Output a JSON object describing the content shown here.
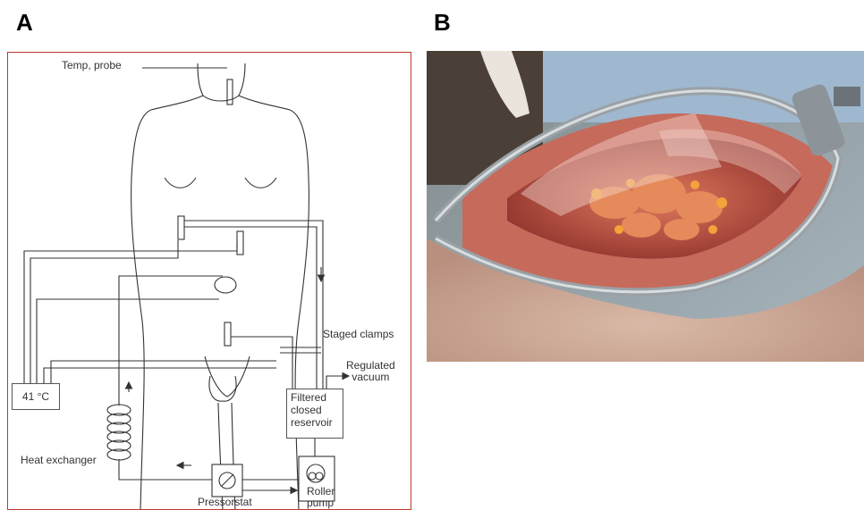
{
  "panel_a": {
    "letter": "A",
    "temp_probe": "Temp, probe",
    "staged_clamps": "Staged clamps",
    "regulated_vacuum": [
      "Regulated",
      "vacuum"
    ],
    "temperature": "41 °C",
    "reservoir": [
      "Filtered",
      "closed",
      "reservoir"
    ],
    "heat_exchanger": "Heat exchanger",
    "pressorstat": "Pressorstat",
    "roller_pump": [
      "Roller",
      "pump"
    ]
  },
  "panel_b": {
    "letter": "B"
  }
}
